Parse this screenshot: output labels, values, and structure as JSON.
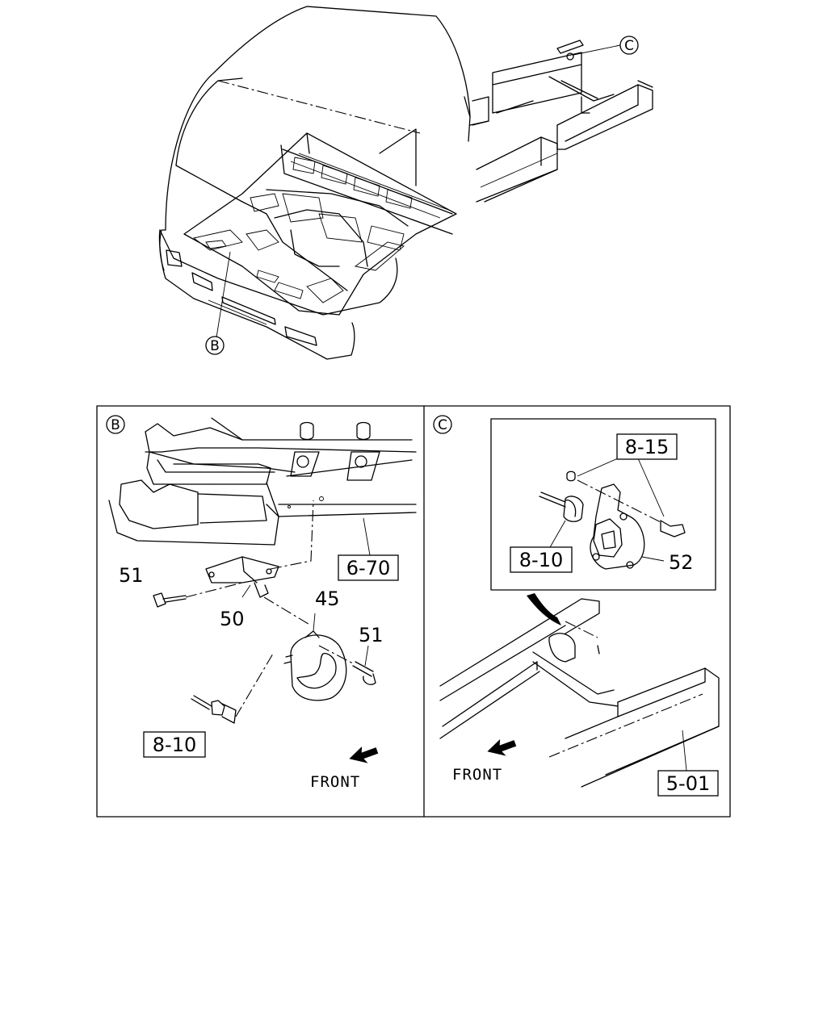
{
  "callouts": {
    "c": "C",
    "b": "B"
  },
  "panel_b": {
    "id": "B",
    "refs": [
      "6-70",
      "8-10"
    ],
    "parts": [
      "51",
      "50",
      "45",
      "51"
    ],
    "front": "FRONT"
  },
  "panel_c": {
    "id": "C",
    "refs": [
      "8-15",
      "8-10",
      "5-01"
    ],
    "parts": [
      "52"
    ],
    "front": "FRONT"
  }
}
